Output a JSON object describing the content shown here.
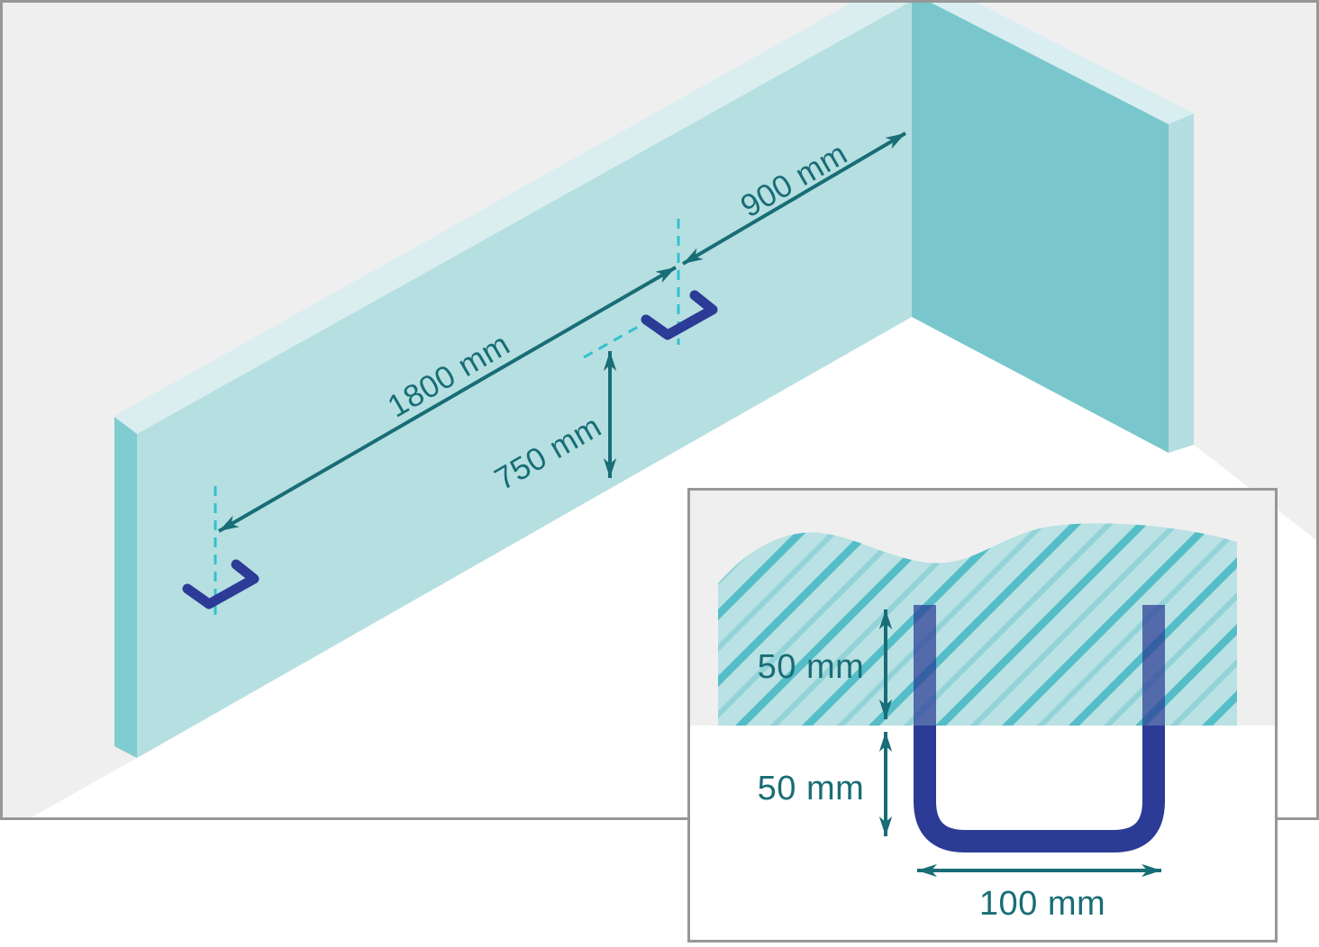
{
  "diagram": {
    "main": {
      "dim_spacing_label": "1800 mm",
      "dim_corner_label": "900 mm",
      "dim_height_label": "750 mm"
    },
    "inset": {
      "dim_embedded_label": "50 mm",
      "dim_exposed_label": "50 mm",
      "dim_width_label": "100 mm"
    }
  },
  "colors": {
    "frame_border": "#979797",
    "backdrop": "#efefef",
    "floor": "#ffffff",
    "wall_face": "#b6dfe1",
    "wall_side": "#7fccd1",
    "wall_bevel": "#daeef0",
    "wall2_face": "#79c7cc",
    "wall2_side": "#b4dee1",
    "wall2_bevel": "#d8eef0",
    "dimension": "#186d76",
    "dashed_line": "#33c1cf",
    "hook": "#2b3b96",
    "hatch_base": "#bae1e3",
    "hatch_line_strong": "#54bdc8",
    "hatch_line_faint": "#84cfd5",
    "inset_bg_upper": "#efefef",
    "inset_bg_lower": "#ffffff"
  }
}
